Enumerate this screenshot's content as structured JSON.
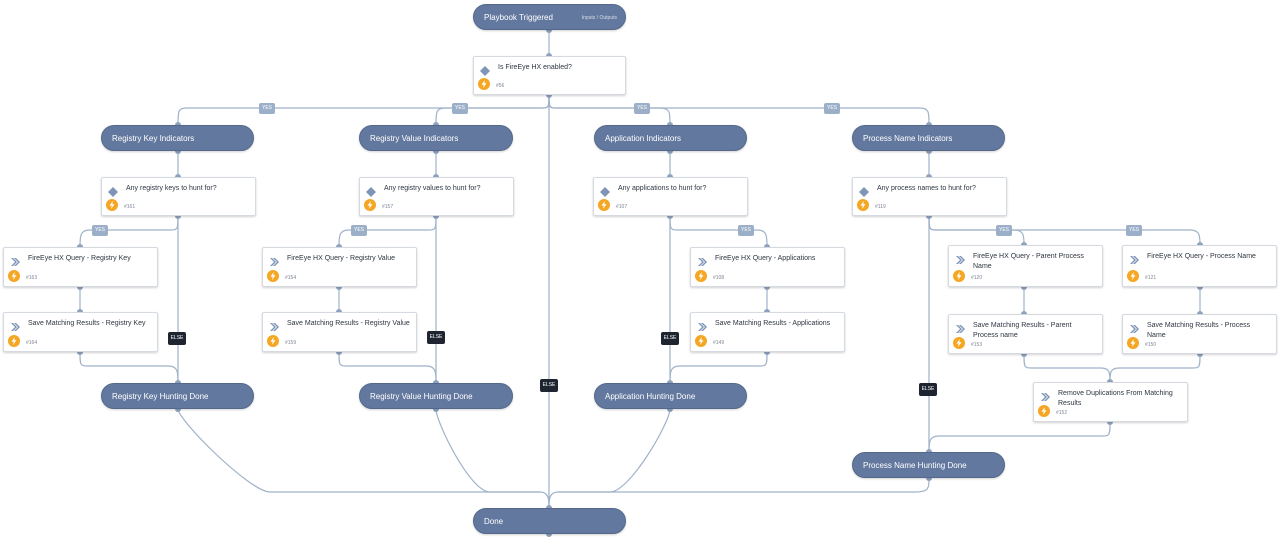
{
  "sections": {
    "trigger": {
      "label": "Playbook Triggered",
      "sub": "Inputs / Outputs"
    },
    "reg_key_ind": {
      "label": "Registry Key Indicators"
    },
    "reg_val_ind": {
      "label": "Registry Value Indicators"
    },
    "app_ind": {
      "label": "Application Indicators"
    },
    "proc_ind": {
      "label": "Process Name Indicators"
    },
    "reg_key_done": {
      "label": "Registry Key Hunting Done"
    },
    "reg_val_done": {
      "label": "Registry Value Hunting Done"
    },
    "app_done": {
      "label": "Application Hunting Done"
    },
    "proc_done": {
      "label": "Process Name Hunting Done"
    },
    "done": {
      "label": "Done"
    }
  },
  "tasks": {
    "t56": {
      "name": "Is FireEye HX enabled?",
      "id": "#56",
      "kind": "condition"
    },
    "t161": {
      "name": "Any registry keys to hunt for?",
      "id": "#161",
      "kind": "condition"
    },
    "t157": {
      "name": "Any registry values to hunt for?",
      "id": "#157",
      "kind": "condition"
    },
    "t107": {
      "name": "Any applications to hunt for?",
      "id": "#107",
      "kind": "condition"
    },
    "t119": {
      "name": "Any process names to hunt for?",
      "id": "#119",
      "kind": "condition"
    },
    "t163": {
      "name": "FireEye HX Query - Registry Key",
      "id": "#163",
      "kind": "playbook"
    },
    "t164": {
      "name": "Save Matching Results - Registry Key",
      "id": "#164",
      "kind": "playbook"
    },
    "t154": {
      "name": "FireEye HX Query - Registry Value",
      "id": "#154",
      "kind": "playbook"
    },
    "t159": {
      "name": "Save Matching Results - Registry Value",
      "id": "#159",
      "kind": "playbook"
    },
    "t108": {
      "name": "FireEye HX Query - Applications",
      "id": "#108",
      "kind": "playbook"
    },
    "t149": {
      "name": "Save Matching Results - Applications",
      "id": "#149",
      "kind": "playbook"
    },
    "t120": {
      "name": "FireEye HX Query - Parent Process Name",
      "id": "#120",
      "kind": "playbook"
    },
    "t153": {
      "name": "Save Matching Results - Parent Process name",
      "id": "#153",
      "kind": "playbook"
    },
    "t121": {
      "name": "FireEye HX Query - Process Name",
      "id": "#121",
      "kind": "playbook"
    },
    "t150": {
      "name": "Save Matching Results - Process Name",
      "id": "#150",
      "kind": "playbook"
    },
    "t152": {
      "name": "Remove Duplications From Matching Results",
      "id": "#152",
      "kind": "playbook"
    }
  },
  "labels": {
    "yes": "YES",
    "else": "ELSE"
  },
  "colors": {
    "section": "#63789e",
    "edge": "#9fb2c9",
    "yes_tag": "#9bb0c8",
    "else_tag": "#1f2530",
    "bolt": "#f5a623",
    "icon": "#7f95b8"
  }
}
